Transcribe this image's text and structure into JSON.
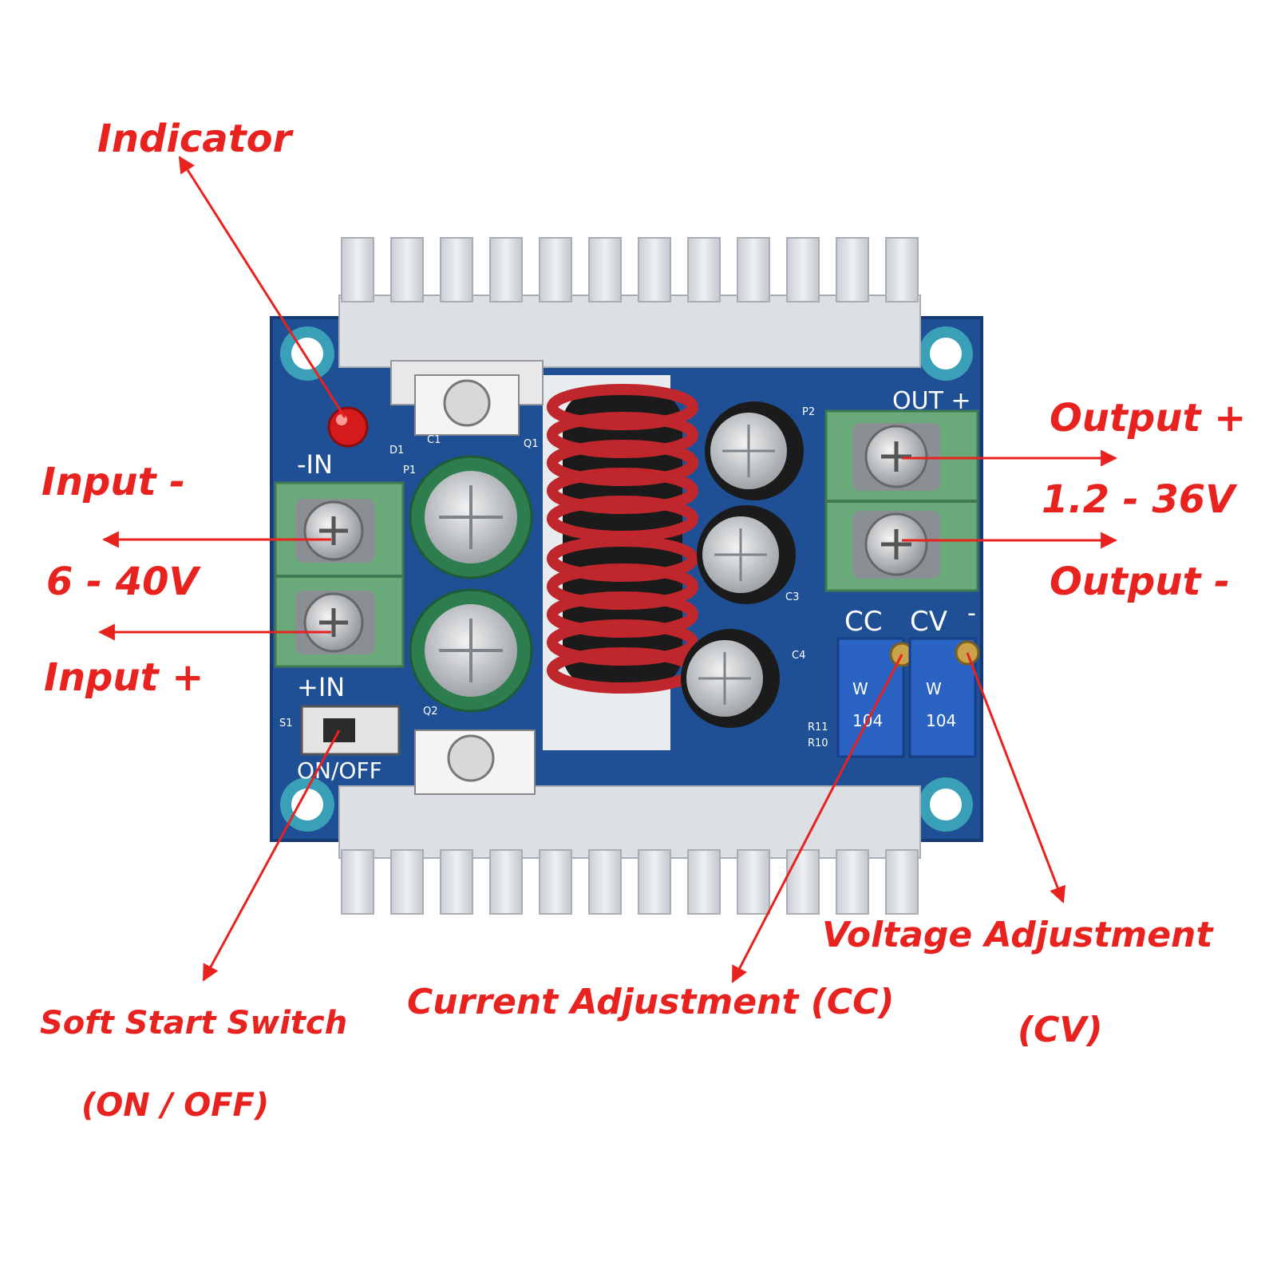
{
  "colors": {
    "annotation": "#e8231f",
    "pcb": "#1f4f95",
    "pcb_dark": "#163a74",
    "heatsink": "#dcdfe3",
    "heatsink_shadow": "#b9bec5",
    "terminal": "#6aaa7a",
    "copper": "#c0272d",
    "capacitor_green": "#2e7d4f",
    "capacitor_black": "#1b1b1b",
    "trimpot": "#2a63c4",
    "led": "#d41a1a"
  },
  "labels": {
    "indicator": "Indicator",
    "input_minus": "Input -",
    "input_range": "6 - 40V",
    "input_plus": "Input +",
    "output_plus": "Output +",
    "output_range": "1.2 - 36V",
    "output_minus": "Output -",
    "voltage_adjustment": "Voltage Adjustment",
    "voltage_adjustment_sub": "(CV)",
    "current_adjustment": "Current Adjustment (CC)",
    "soft_start": "Soft Start Switch",
    "soft_start_sub": "(ON / OFF)"
  },
  "silkscreen": {
    "minus_in": "-IN",
    "plus_in": "+IN",
    "on_off": "ON/OFF",
    "out_plus": "OUT +",
    "cc": "CC",
    "cv": "CV",
    "cv_minus": "-",
    "d1": "D1",
    "p1": "P1",
    "p2": "P2",
    "c1": "C1",
    "c3": "C3",
    "c4": "C4",
    "q1": "Q1",
    "q2": "Q2",
    "s1": "S1",
    "r10": "R10",
    "r11": "R11",
    "pot_code": "104",
    "pot_mark": "W"
  },
  "icons": {
    "screw": "screw-terminal-icon",
    "led": "led-icon",
    "switch": "slide-switch-icon",
    "inductor": "toroid-inductor-icon",
    "trimmer": "trimmer-potentiometer-icon"
  }
}
